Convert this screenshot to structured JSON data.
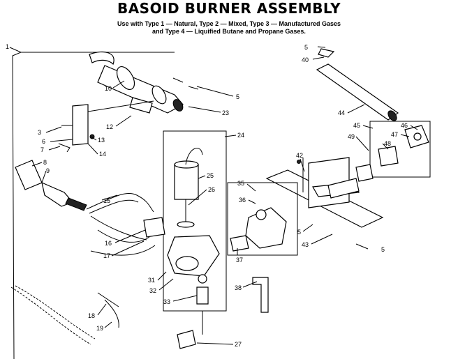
{
  "title": "BASOID BURNER ASSEMBLY",
  "subtitle_line1": "Use with Type 1 — Natural, Type 2 — Mixed, Type 3 — Manufactured Gases",
  "subtitle_line2": "and Type 4 — Liquified Butane and Propane Gases.",
  "callouts": {
    "c1": "1",
    "c5a": "5",
    "c40": "40",
    "c10": "10",
    "c5b": "5",
    "c23": "23",
    "c12": "12",
    "c24": "24",
    "c44": "44",
    "c45": "45",
    "c46": "46",
    "c47": "47",
    "c49": "49",
    "c48": "48",
    "c3": "3",
    "c6": "6",
    "c13": "13",
    "c7": "7",
    "c14": "14",
    "c8": "8",
    "c9": "9",
    "c42": "42",
    "c25": "25",
    "c26": "26",
    "c35": "35",
    "c36": "36",
    "c15": "15",
    "c5c": "5",
    "c43": "43",
    "c16": "16",
    "c17": "17",
    "c5d": "5",
    "c37": "37",
    "c31": "31",
    "c32": "32",
    "c33": "33",
    "c38": "38",
    "c18": "18",
    "c19": "19",
    "c27": "27"
  }
}
